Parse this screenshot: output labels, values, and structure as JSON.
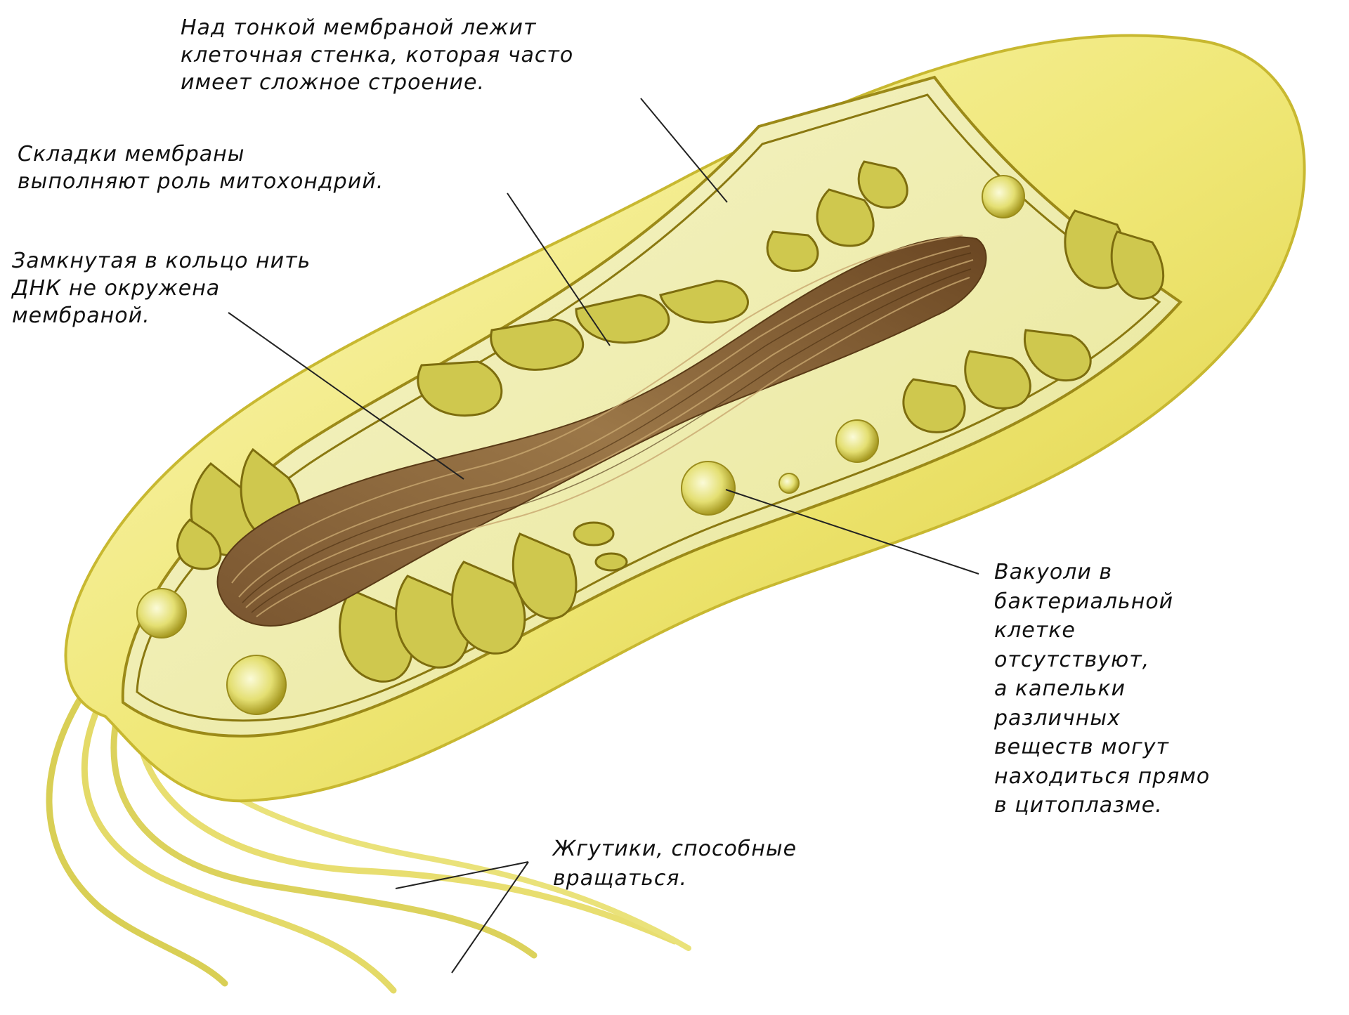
{
  "labels": {
    "cell_wall": [
      "Над тонкой мембраной лежит",
      "клеточная стенка, которая часто",
      "имеет сложное строение."
    ],
    "membrane_folds": [
      "Складки мембраны",
      "выполняют роль митохондрий."
    ],
    "dna": [
      "Замкнутая в кольцо нить",
      "ДНК не окружена",
      "мембраной."
    ],
    "vacuoles": [
      "Вакуоли в",
      "бактериальной",
      "клетке",
      "отсутствуют,",
      "а капельки",
      "различных",
      "веществ могут",
      "находиться прямо",
      "в цитоплазме."
    ],
    "flagella": [
      "Жгутики, способные",
      "вращаться."
    ]
  },
  "colors": {
    "wall_outer": "#f2ec8a",
    "wall_inner": "#e3d34a",
    "cytoplasm": "#eef0b0",
    "fold_fill": "#c8c24a",
    "fold_stroke": "#8a7a10",
    "dna_dark": "#6e4a22",
    "dna_light": "#a9824f",
    "vacuole": "#e6e27a",
    "flagella": "#e0d86a",
    "leader": "#222222"
  }
}
